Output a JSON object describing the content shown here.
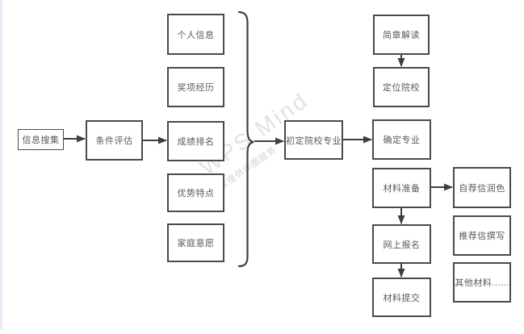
{
  "page": {
    "background": "#ffffff",
    "left_stripe_color": "#e9e7f3"
  },
  "diagram": {
    "type": "flowchart",
    "box_border_color": "#4a4a4a",
    "box_fill_color": "#ffffff",
    "text_color": "#595959",
    "connector_color": "#3f3f3f",
    "nodes": [
      {
        "label": "信息搜集"
      },
      {
        "label": "条件评估"
      },
      {
        "label": "个人信息"
      },
      {
        "label": "奖项经历"
      },
      {
        "label": "成绩排名"
      },
      {
        "label": "优势特点"
      },
      {
        "label": "家庭意愿"
      },
      {
        "label": "初定院校专业"
      },
      {
        "label": "简章解读"
      },
      {
        "label": "定位院校"
      },
      {
        "label": "确定专业"
      },
      {
        "label": "材料准备"
      },
      {
        "label": "网上报名"
      },
      {
        "label": "材料提交"
      },
      {
        "label": "自荐信润色"
      },
      {
        "label": "推荐信撰写"
      },
      {
        "label": "其他材料......"
      }
    ],
    "edges": [
      {
        "from": "信息搜集",
        "to": "条件评估"
      },
      {
        "from": "条件评估",
        "to": "成绩排名"
      },
      {
        "from": "brace(个人信息,奖项经历,成绩排名,优势特点,家庭意愿)",
        "to": "初定院校专业"
      },
      {
        "from": "初定院校专业",
        "to": "确定专业"
      },
      {
        "from": "简章解读",
        "to": "定位院校"
      },
      {
        "from": "材料准备",
        "to": "自荐信润色"
      },
      {
        "from": "材料准备",
        "to": "网上报名"
      },
      {
        "from": "网上报名",
        "to": "材料提交"
      }
    ],
    "watermark": {
      "title": "WPS Mind",
      "subtitle": "WPS仅提供作图服务"
    }
  }
}
